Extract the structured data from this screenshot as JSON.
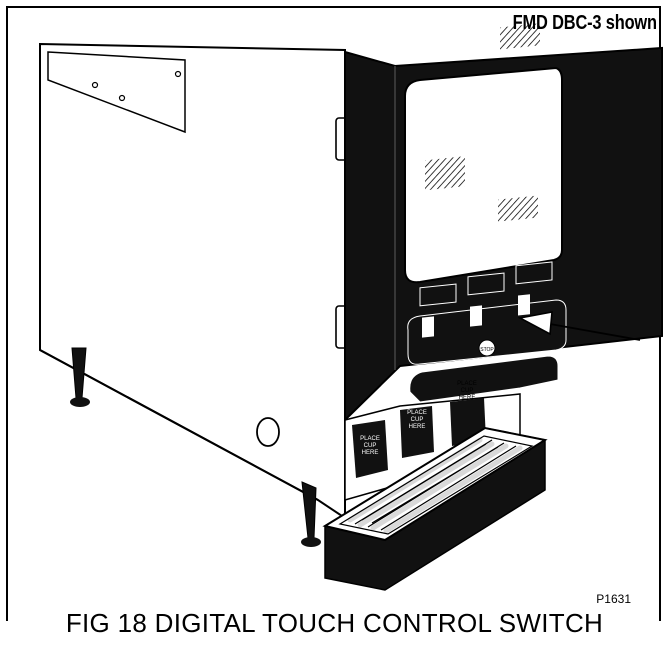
{
  "model_label": "FMD DBC-3 shown",
  "figure_id": "P1631",
  "caption": "FIG 18 DIGITAL TOUCH CONTROL SWITCH",
  "dispense_labels": {
    "left": [
      "PLACE",
      "CUP",
      "HERE"
    ],
    "center": [
      "PLACE",
      "CUP",
      "HERE"
    ],
    "right": [
      "PLACE",
      "CUP",
      "HERE"
    ]
  },
  "stop_button_label": "STOP",
  "colors": {
    "line": "#000000",
    "panel": "#111111",
    "background": "#ffffff"
  }
}
